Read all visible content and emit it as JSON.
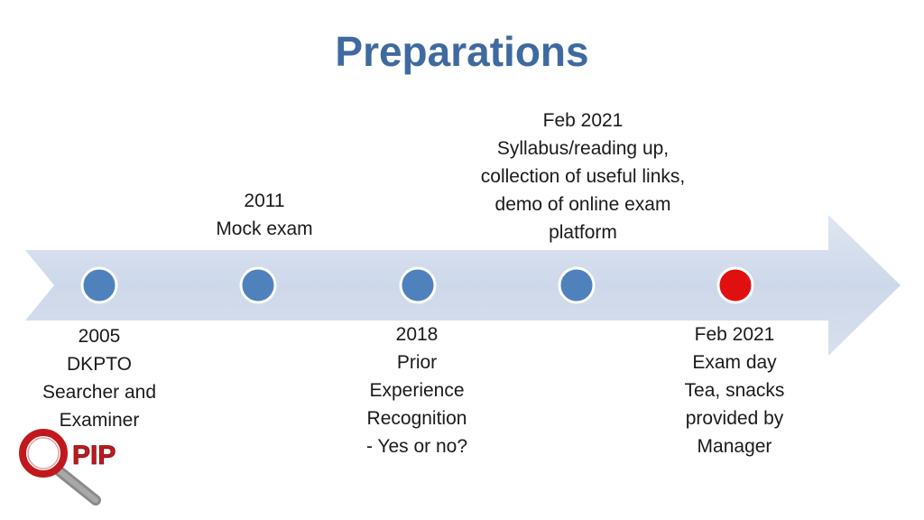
{
  "title": "Preparations",
  "colors": {
    "title": "#3f6aa0",
    "arrow": "#d3ddee",
    "milestone": "#4f81bd",
    "milestone_highlight": "#e01010",
    "logo_red": "#c0191d",
    "logo_grey": "#8a8a8a"
  },
  "milestones": [
    {
      "id": "m2005",
      "position": "below",
      "lines": [
        "2005",
        "DKPTO",
        "Searcher and",
        "Examiner"
      ]
    },
    {
      "id": "m2011",
      "position": "above",
      "lines": [
        "2011",
        "Mock exam"
      ]
    },
    {
      "id": "m2018",
      "position": "below",
      "lines": [
        "2018",
        "Prior",
        "Experience",
        "Recognition",
        "- Yes or no?"
      ]
    },
    {
      "id": "m2021a",
      "position": "above",
      "lines": [
        "Feb 2021",
        "Syllabus/reading up,",
        "collection of useful links,",
        "demo of online exam",
        "platform"
      ]
    },
    {
      "id": "m2021b",
      "position": "below",
      "highlight": true,
      "lines": [
        "Feb 2021",
        "Exam day",
        "Tea, snacks",
        "provided by",
        "Manager"
      ]
    }
  ],
  "logo": {
    "text": "PIP",
    "icon": "magnifier-icon"
  }
}
